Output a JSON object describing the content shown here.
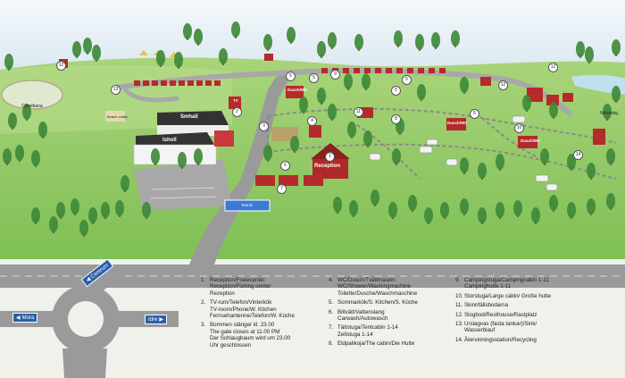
{
  "map": {
    "labels": {
      "smhall": "Smhall",
      "isholl": "Isholl",
      "reception": "Reception",
      "dusch_wc_a": "Dusch/WC",
      "dusch_wc_b": "Dusch/WC",
      "dusch_wc_c": "Dusch/WC",
      "tv": "TV",
      "tennis": "Tennis",
      "cykelbana": "Cykelbana",
      "beach_volley": "Beach volley",
      "naturstig": "Naturstig"
    },
    "road_signs": {
      "centrum": "Centrum",
      "mora": "Mora",
      "idre": "Idre"
    },
    "pins": [
      "12",
      "2",
      "13",
      "5",
      "5",
      "5",
      "5",
      "5",
      "3",
      "4",
      "11",
      "8",
      "9",
      "10",
      "1",
      "7",
      "6",
      "14",
      "12",
      "12"
    ]
  },
  "legend": {
    "col1": [
      {
        "num": "1.",
        "text": "Reception/Fiskecenter\nReception/Fishing center\nRezeption"
      },
      {
        "num": "2.",
        "text": "TV-rum/Telefon/Vinterkök\nTV-room/Phone/W. Kitchen\nFernsehantenne/Telefon/W. Küche"
      },
      {
        "num": "3.",
        "text": "Bommen stänger kl. 23.00\nThe gate closes at 11.00 PM\nDer Schlaugbaum wird um 23.00\nUhr geschlossen"
      }
    ],
    "col2": [
      {
        "num": "4.",
        "text": "WC/Dusch/Tvättmaskin\nWC/Shower/Washingmachine\nToilette/Dusche/Waschmaschine"
      },
      {
        "num": "5.",
        "text": "Sommarkök/S. Kitchen/S. Küche"
      },
      {
        "num": "6.",
        "text": "Biltvätt/Vattenslang\nCarwash/Autowasch"
      },
      {
        "num": "7.",
        "text": "Tältstuga/Tentcabin 1-14\nZeltstuga 1-14"
      },
      {
        "num": "8.",
        "text": "Eldpallkoja/The cabin/Die Hutte"
      }
    ],
    "col3": [
      {
        "num": "9.",
        "text": "Campingstuga/Campingcabin 1-11\nCampinghutte 1-11"
      },
      {
        "num": "10.",
        "text": "Storstuga/Large cabin/ Große hutte"
      },
      {
        "num": "11.",
        "text": "Skinnfällsbodarna"
      },
      {
        "num": "12.",
        "text": "Slogbod/Resthouse/Rastplatz"
      },
      {
        "num": "13.",
        "text": "Urslagvas (fasta tankar)/Sink/\nWasserblauf"
      },
      {
        "num": "14.",
        "text": "Återvinningsstation/Recycling"
      }
    ]
  }
}
